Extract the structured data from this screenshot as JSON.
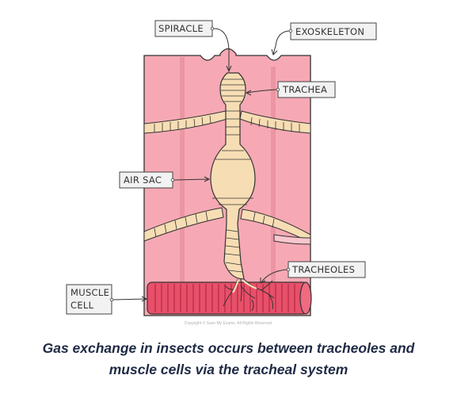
{
  "labels": {
    "spiracle": "SPIRACLE",
    "exoskeleton": "EXOSKELETON",
    "trachea": "TRACHEA",
    "air_sac": "AIR SAC",
    "tracheoles": "TRACHEOLES",
    "muscle_cell_line1": "MUSCLE",
    "muscle_cell_line2": "CELL"
  },
  "copyright": "Copyright © Save My Exams. All Rights Reserved",
  "caption": {
    "line1": "Gas exchange in insects occurs between tracheoles and",
    "line2": "muscle cells via the tracheal system"
  },
  "colors": {
    "body_fill": "#f6a9b4",
    "body_stripe": "#e8909d",
    "trachea_fill": "#f7ddb4",
    "muscle_fill": "#e8506a",
    "caption_text": "#1f2a44"
  }
}
